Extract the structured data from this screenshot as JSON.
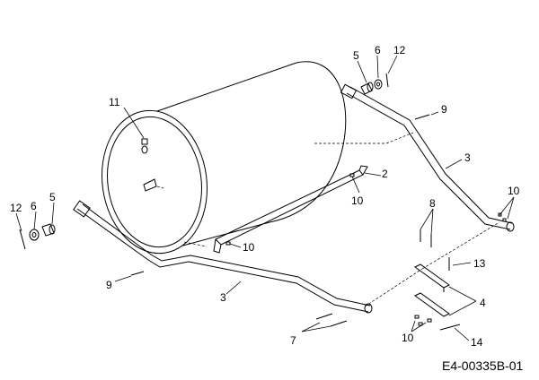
{
  "drawing_code": "E4-00335B-01",
  "callouts": {
    "c5_top": "5",
    "c6_top": "6",
    "c12_top": "12",
    "c11": "11",
    "c9_top": "9",
    "c3_right": "3",
    "c2": "2",
    "c10_bracket": "10",
    "c10_right": "10",
    "c8": "8",
    "c12_left": "12",
    "c6_left": "6",
    "c5_left": "5",
    "c10_bottom_bracket": "10",
    "c13": "13",
    "c9_left": "9",
    "c3_left": "3",
    "c4": "4",
    "c7": "7",
    "c10_plates": "10",
    "c14": "14"
  }
}
